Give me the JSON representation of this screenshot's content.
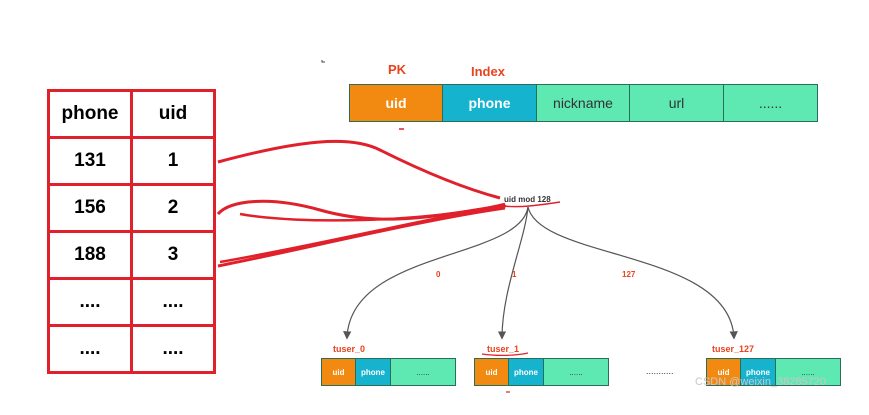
{
  "mapping_table": {
    "headers": [
      "phone",
      "uid"
    ],
    "rows": [
      [
        "131",
        "1"
      ],
      [
        "156",
        "2"
      ],
      [
        "188",
        "3"
      ],
      [
        "....",
        "...."
      ],
      [
        "....",
        "...."
      ]
    ]
  },
  "schema": {
    "pk_label": "PK",
    "index_label": "Index",
    "columns": [
      "uid",
      "phone",
      "nickname",
      "url",
      "......"
    ]
  },
  "routing": {
    "node_label": "uid mod 128",
    "branch_labels": [
      "0",
      "1",
      "127"
    ]
  },
  "shards": [
    {
      "name": "tuser_0",
      "columns": [
        "uid",
        "phone",
        "......"
      ]
    },
    {
      "name": "tuser_1",
      "columns": [
        "uid",
        "phone",
        "......"
      ]
    },
    {
      "name": "tuser_127",
      "columns": [
        "uid",
        "phone",
        "......"
      ]
    }
  ],
  "ellipsis": "...........",
  "watermark": "CSDN @weixin_38285720",
  "colors": {
    "annotation_red": "#e0202a",
    "pk_orange": "#f28a12",
    "index_blue": "#16b3cf",
    "field_green": "#5ee8b2",
    "label_red": "#e8431f"
  }
}
